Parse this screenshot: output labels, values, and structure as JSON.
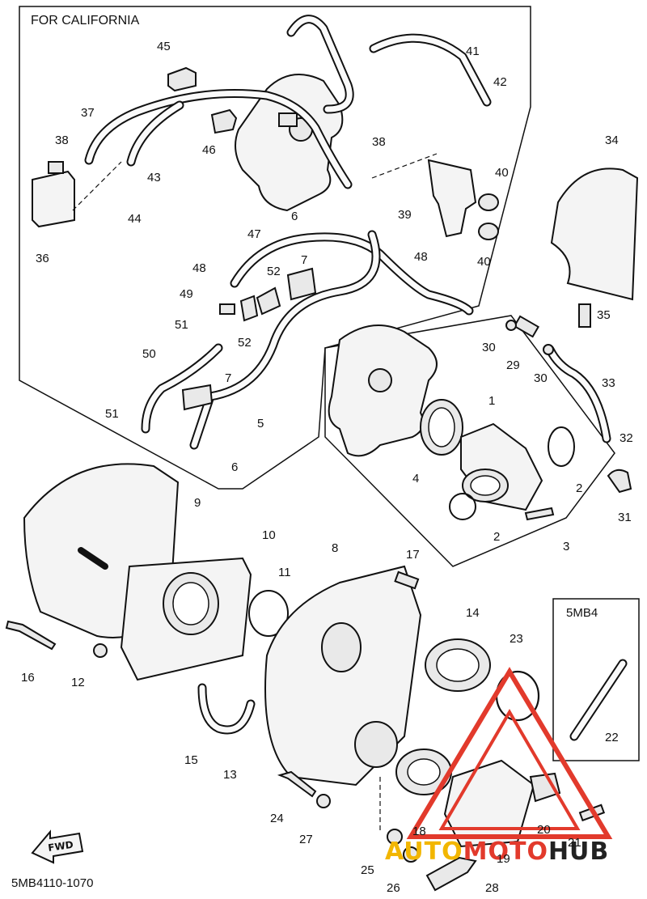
{
  "diagram": {
    "header": "FOR CALIFORNIA",
    "variant_box_label": "5MB4",
    "drawing_code": "5MB4110-1070",
    "fwd_marker": "FWD",
    "watermark": {
      "part_a": "AUTO",
      "part_b": "MOTO",
      "part_c": "HUB",
      "color_yellow": "#f2b600",
      "color_red": "#e23a2c"
    },
    "callouts": {
      "c45": "45",
      "c37": "37",
      "c38a": "38",
      "c46": "46",
      "c43": "43",
      "c44": "44",
      "c36": "36",
      "c41": "41",
      "c42": "42",
      "c38b": "38",
      "c34": "34",
      "c40a": "40",
      "c39": "39",
      "c6a": "6",
      "c47": "47",
      "c48a": "48",
      "c52a": "52",
      "c7a": "7",
      "c49": "49",
      "c51a": "51",
      "c52b": "52",
      "c48b": "48",
      "c40b": "40",
      "c35": "35",
      "c50": "50",
      "c7b": "7",
      "c5": "5",
      "c51b": "51",
      "c6b": "6",
      "c30a": "30",
      "c29": "29",
      "c30b": "30",
      "c33": "33",
      "c1": "1",
      "c32": "32",
      "c4": "4",
      "c2a": "2",
      "c2b": "2",
      "c31": "31",
      "c3": "3",
      "c9": "9",
      "c10": "10",
      "c8": "8",
      "c17": "17",
      "c11": "11",
      "c14": "14",
      "c23": "23",
      "c16": "16",
      "c12": "12",
      "c22": "22",
      "c15": "15",
      "c13": "13",
      "c24": "24",
      "c27": "27",
      "c18": "18",
      "c20": "20",
      "c21": "21",
      "c19": "19",
      "c25": "25",
      "c26": "26",
      "c28": "28"
    }
  }
}
